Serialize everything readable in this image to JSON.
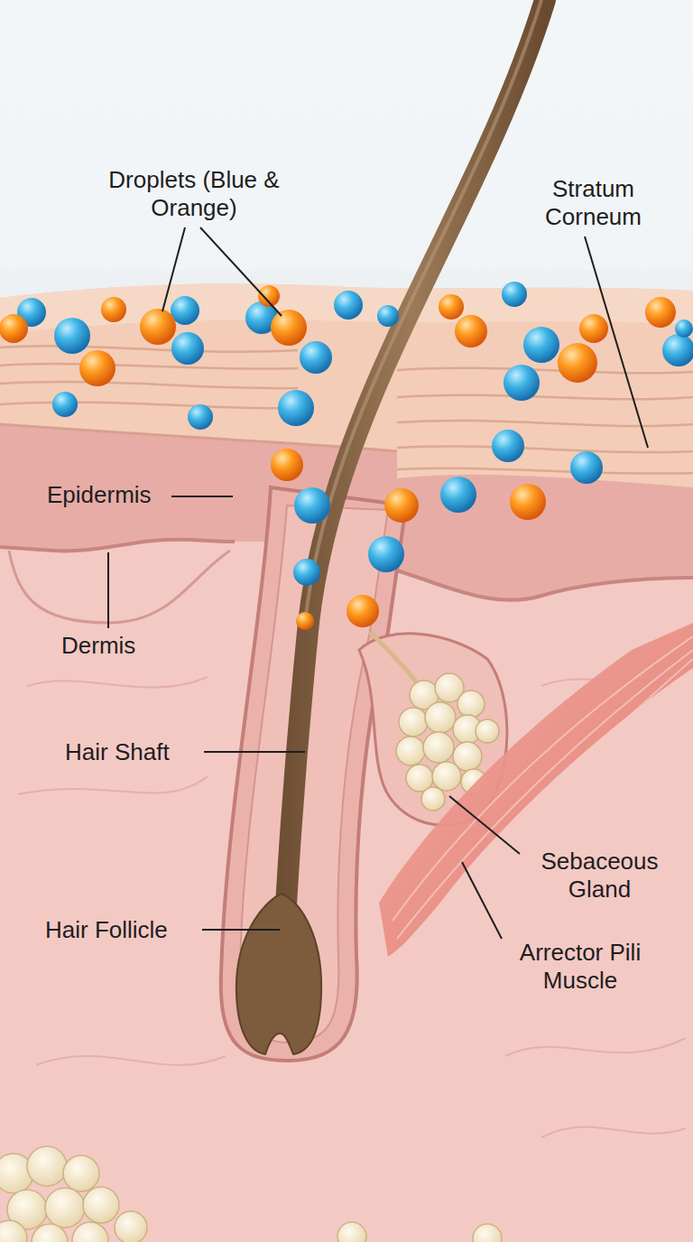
{
  "diagram": {
    "labels": [
      "Droplets (Blue & Orange)",
      "Stratum Corneum",
      "Epidermis",
      "Dermis",
      "Hair Shaft",
      "Hair Follicle",
      "Sebaceous Gland",
      "Arrector Pili Muscle"
    ]
  }
}
